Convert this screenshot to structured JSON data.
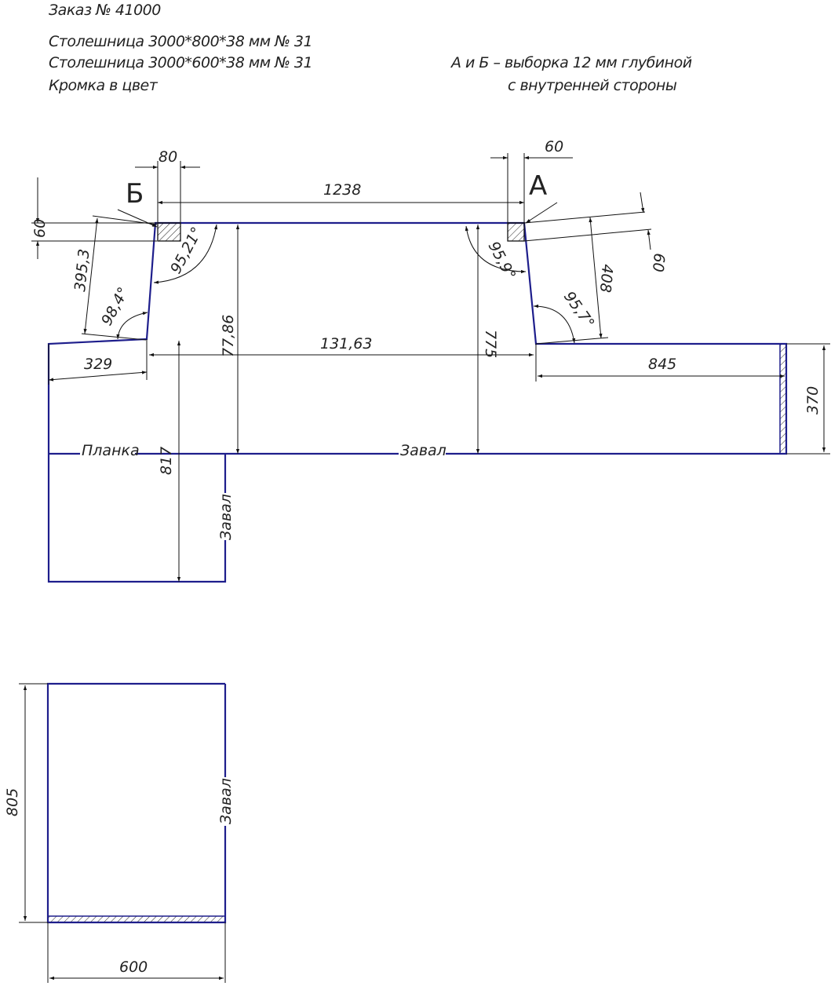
{
  "header": {
    "order": "Заказ № 41000",
    "line1": "Столешница 3000*800*38 мм № 31",
    "line2": "Столешница 3000*600*38 мм № 31",
    "line3": "Кромка в цвет",
    "note1": "А и Б – выборка 12 мм глубиной",
    "note2": "с внутренней стороны"
  },
  "markers": {
    "a": "А",
    "b": "Б"
  },
  "dims": {
    "d80": "80",
    "d60top": "60",
    "d1238": "1238",
    "d60left": "60",
    "d395": "395,3",
    "a9521": "95,21°",
    "a984": "98,4°",
    "d329": "329",
    "d7786": "77,86",
    "d13163": "131,63",
    "d775": "775",
    "a959": "95,9°",
    "a957": "95,7°",
    "d408": "408",
    "d60right": "60",
    "d845": "845",
    "d370": "370",
    "d817": "817",
    "d805": "805",
    "d600": "600"
  },
  "labels": {
    "planka": "Планка",
    "zaval_main": "Завал",
    "zaval_vertical": "Завал",
    "zaval_bottom": "Завал"
  }
}
